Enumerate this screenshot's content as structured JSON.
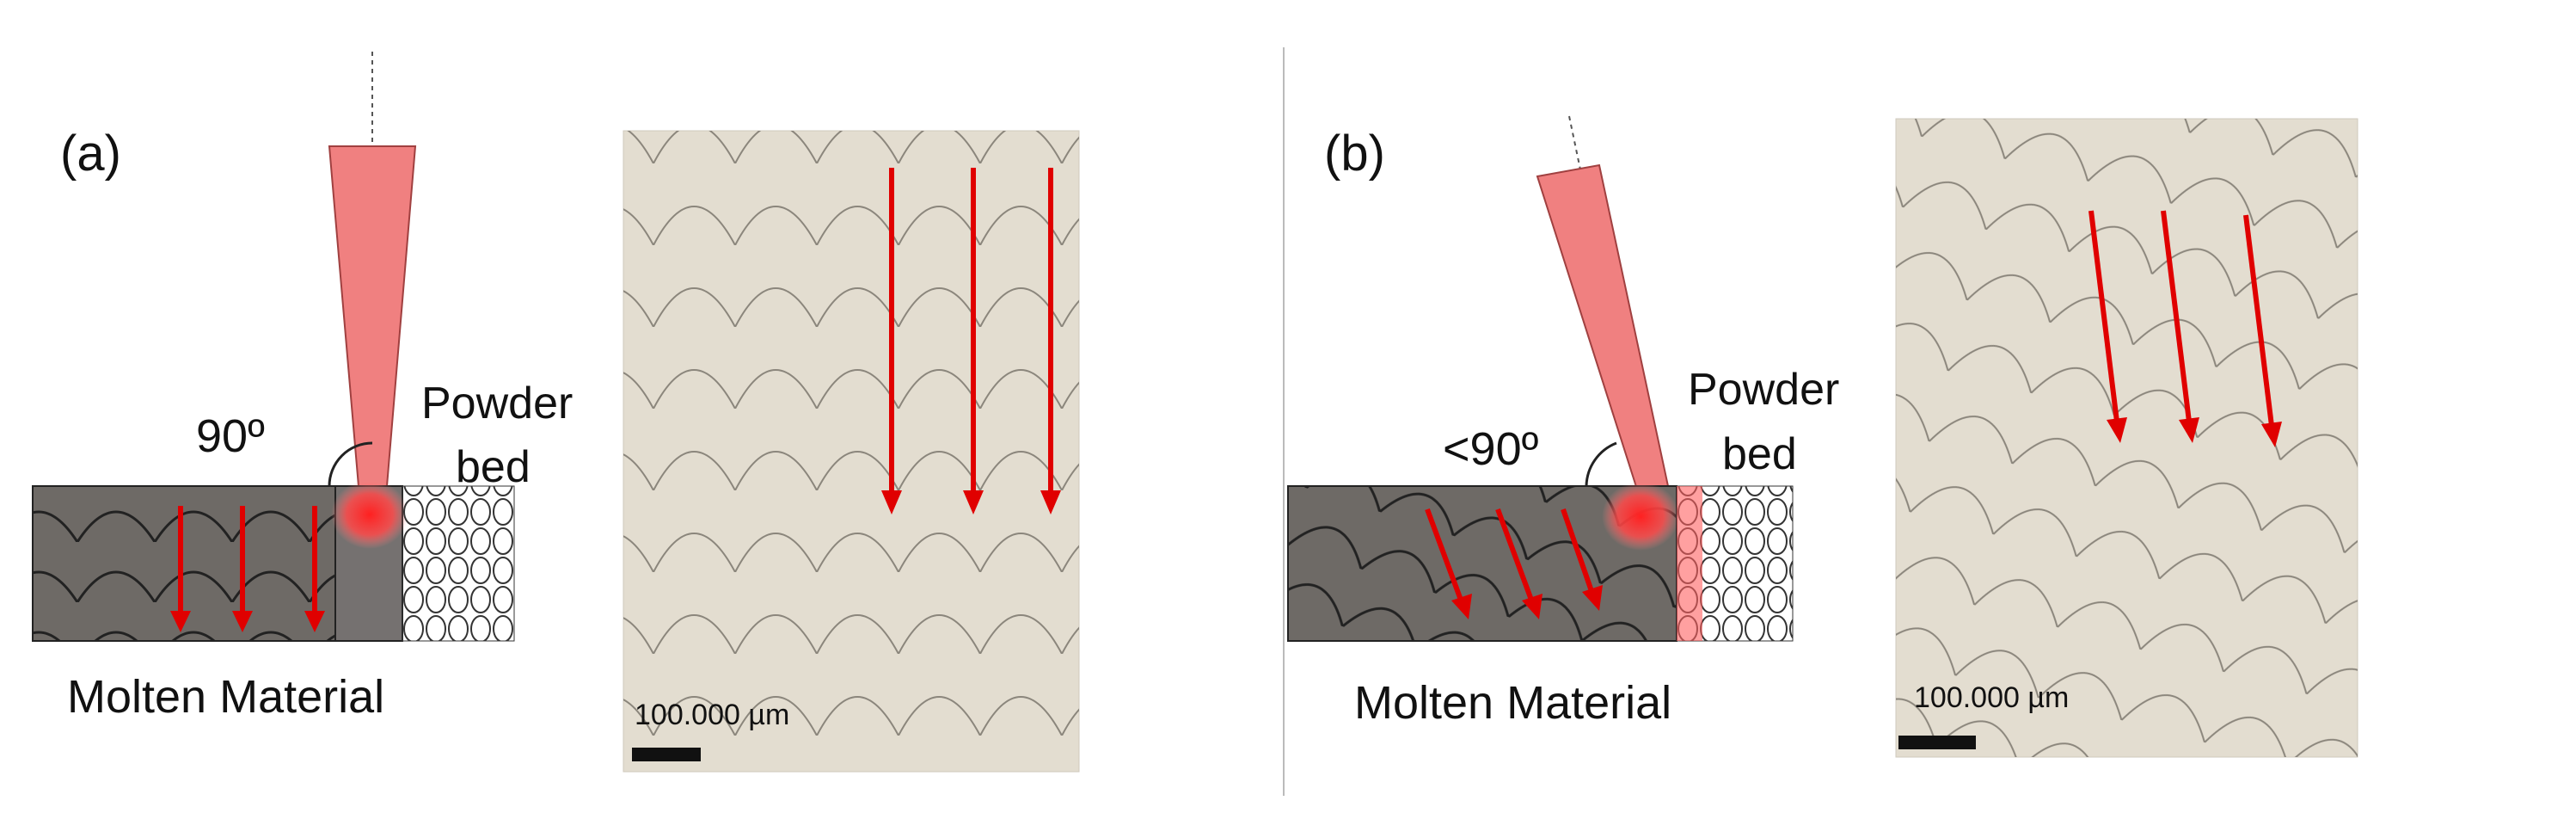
{
  "panel_a": {
    "label": "(a)",
    "angle": "90º",
    "powder_line1": "Powder",
    "powder_line2": "bed",
    "material": "Molten Material",
    "scale": "100.000 µm"
  },
  "panel_b": {
    "label": "(b)",
    "angle": "<90º",
    "powder_line1": "Powder",
    "powder_line2": "bed",
    "material": "Molten Material",
    "scale": "100.000 µm"
  },
  "colors": {
    "laser": "#f08080",
    "arrow": "#e00000",
    "molten": "#6e6a66",
    "micrograph_bg": "#e3ddd0",
    "divider": "#bbbbbb"
  },
  "icons": {
    "laser": "laser-beam-icon",
    "angle": "angle-arc-icon",
    "arrow": "growth-arrow-icon"
  }
}
